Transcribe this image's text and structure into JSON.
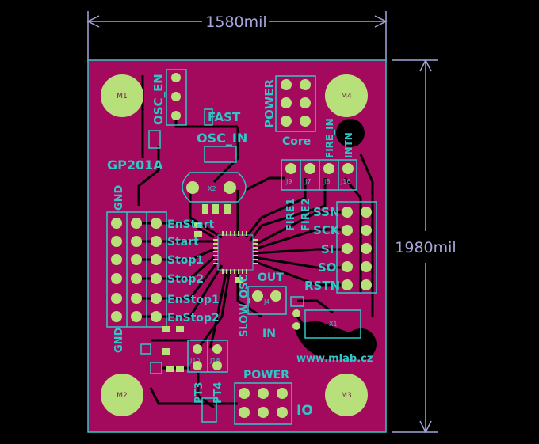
{
  "dimensions": {
    "width": "1580mil",
    "height": "1980mil"
  },
  "holes": [
    "M1",
    "M2",
    "M3",
    "M4"
  ],
  "labels": {
    "osc_en": "OSC_EN",
    "fast": "FAST",
    "osc_in": "OSC_IN",
    "power_top": "POWER",
    "core": "Core",
    "fire_in": "FIRE_IN",
    "intn": "INTN",
    "gp201a": "GP201A",
    "x2": "X2",
    "gnd_top": "GND",
    "gnd_bottom": "GND",
    "fire1": "FIRE1",
    "fire2": "FIRE2",
    "ssn": "SSN",
    "sck": "SCK",
    "si": "SI",
    "so": "SO",
    "rstn": "RSTN",
    "enstart": "EnStart",
    "start": "Start",
    "stop1": "Stop1",
    "stop2": "Stop2",
    "enstop1": "EnStop1",
    "enstop2": "EnStop2",
    "out": "OUT",
    "slow_osc": "SLOW_OSC",
    "in": "IN",
    "j4": "J4",
    "x1": "X1",
    "website": "www.mlab.cz",
    "pt3": "PT3",
    "pt4": "PT4",
    "power_bottom": "POWER",
    "io": "IO"
  },
  "connector_refs": [
    "J9",
    "J7",
    "J8",
    "J16",
    "J10",
    "J18"
  ],
  "colors": {
    "board": "#a30a5e",
    "silkscreen": "#2fc7c7",
    "pad": "#b8e07a",
    "dimension": "#a6a6dc"
  }
}
